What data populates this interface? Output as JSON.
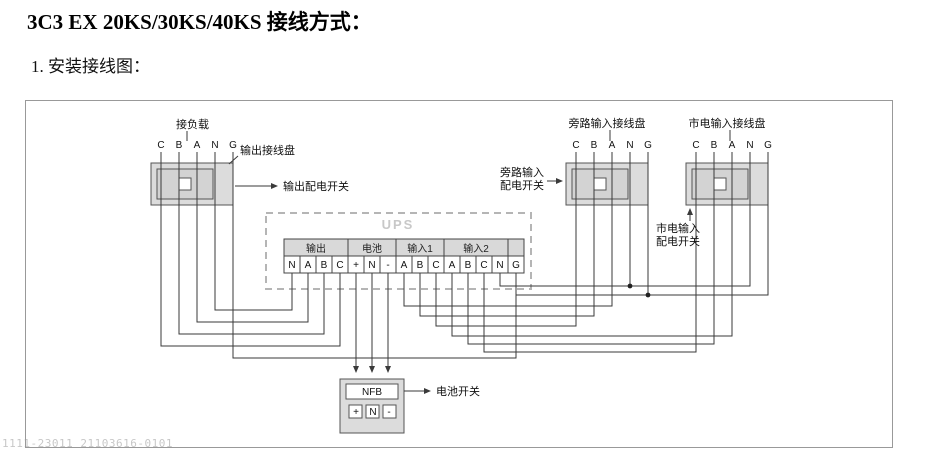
{
  "page": {
    "title": "3C3 EX 20KS/30KS/40KS 接线方式：",
    "subtitle": "1. 安装接线图：",
    "watermark": "1111-23011 21103616-0101"
  },
  "diagram": {
    "ups": "UPS",
    "output": {
      "load": "接负载",
      "board": "输出接线盘",
      "switch": "输出配电开关",
      "pins": [
        "C",
        "B",
        "A",
        "N",
        "G"
      ]
    },
    "bypass": {
      "board": "旁路输入接线盘",
      "switch1": "旁路输入",
      "switch2": "配电开关",
      "pins": [
        "C",
        "B",
        "A",
        "N",
        "G"
      ]
    },
    "mains": {
      "board": "市电输入接线盘",
      "switch1": "市电输入",
      "switch2": "配电开关",
      "pins": [
        "C",
        "B",
        "A",
        "N",
        "G"
      ]
    },
    "strip": {
      "sections": [
        "输出",
        "电池",
        "输入1",
        "输入2"
      ],
      "terminals": [
        "N",
        "A",
        "B",
        "C",
        "+",
        "N",
        "-",
        "A",
        "B",
        "C",
        "A",
        "B",
        "C",
        "N",
        "G"
      ]
    },
    "battery": {
      "nfb": "NFB",
      "pins": [
        "+",
        "N",
        "-"
      ],
      "switch": "电池开关"
    }
  }
}
